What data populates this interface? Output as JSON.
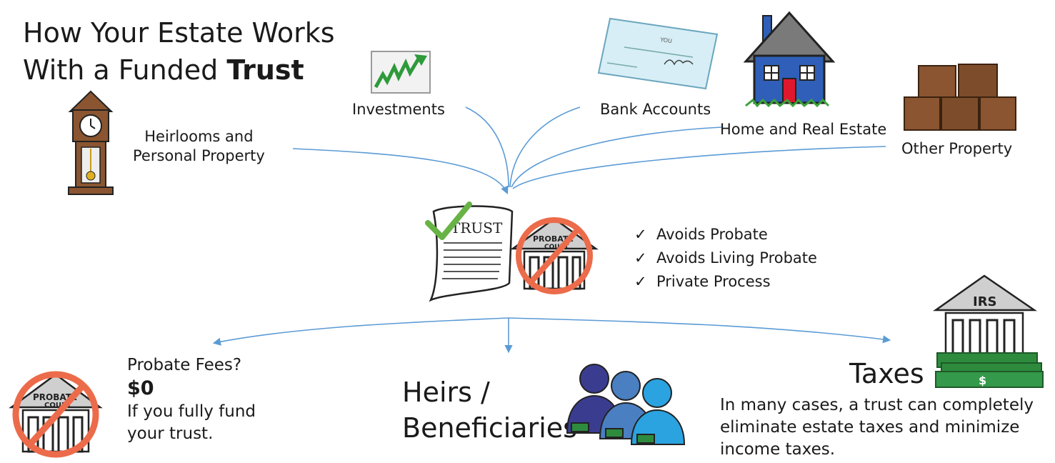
{
  "title": {
    "line1": "How Your Estate Works",
    "line2_prefix": "With a Funded ",
    "line2_bold": "Trust"
  },
  "assets": {
    "investments": "Investments",
    "bank_accounts": "Bank Accounts",
    "home_real_estate": "Home and Real Estate",
    "other_property": "Other Property",
    "heirlooms_line1": "Heirlooms and",
    "heirlooms_line2": "Personal Property"
  },
  "center": {
    "trust_label": "TRUST",
    "court_label_1": "PROBATE",
    "court_label_2": "COURT",
    "benefits": [
      "Avoids Probate",
      "Avoids Living Probate",
      "Private Process"
    ],
    "check_mark": "✓"
  },
  "outcomes": {
    "probate": {
      "heading": "Probate Fees?",
      "amount": "$0",
      "note_line1": "If you fully fund",
      "note_line2": "your trust.",
      "court_label_1": "PROBATE",
      "court_label_2": "COURT"
    },
    "heirs": {
      "line1": "Heirs /",
      "line2": "Beneficiaries"
    },
    "taxes": {
      "heading": "Taxes",
      "irs_label": "IRS",
      "dollar_sign": "$",
      "line1": "In many cases, a trust can completely",
      "line2": "eliminate estate taxes and minimize",
      "line3": "income taxes."
    }
  },
  "colors": {
    "arrow": "#5b9bd5",
    "no_sign": "#ec6b4a",
    "check": "#67b346",
    "house": "#2f5fb8",
    "boxes": "#8a5530",
    "money": "#2e8b3e",
    "people": [
      "#3a3d8f",
      "#4a7fc2",
      "#2aa3e0"
    ]
  }
}
